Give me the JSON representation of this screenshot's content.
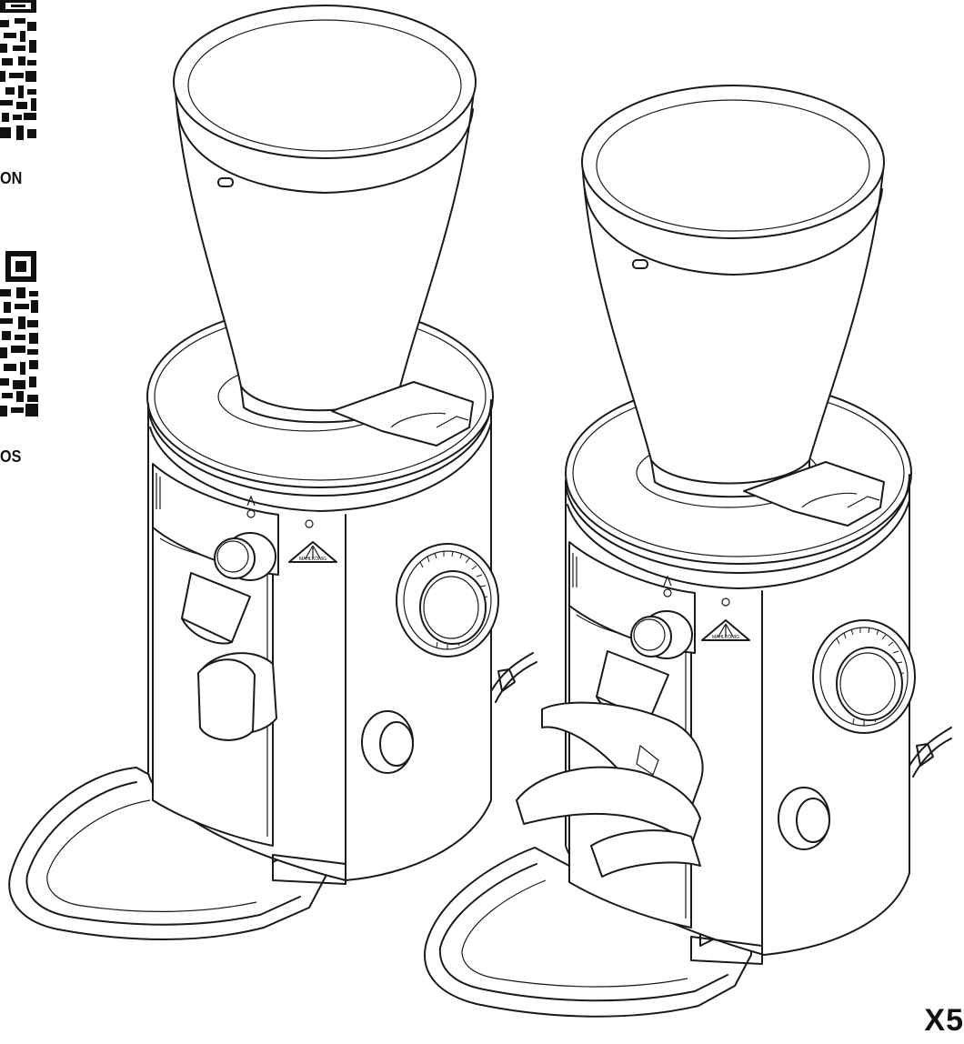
{
  "qr_codes": [
    {
      "label": "ON",
      "icon": "qr-code-icon"
    },
    {
      "label": "OS",
      "icon": "qr-code-icon"
    }
  ],
  "model_label": "X5",
  "grinders": [
    {
      "name": "grinder-without-portafilter-holder",
      "logo_text": "MAHLKÖNIG"
    },
    {
      "name": "grinder-with-portafilter-holder",
      "logo_text": "MAHLKÖNIG"
    }
  ],
  "colors": {
    "line": "#1a1a1a",
    "background": "#ffffff"
  }
}
